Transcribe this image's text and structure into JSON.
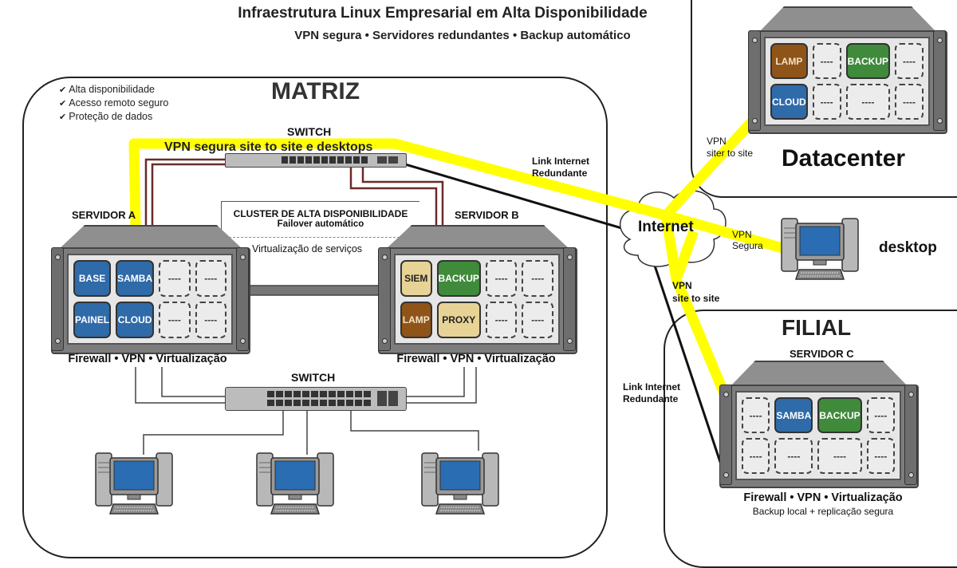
{
  "header": {
    "title": "Infraestrutura Linux Empresarial em Alta Disponibilidade",
    "subtitle": "VPN segura • Servidores redundantes • Backup automático"
  },
  "matriz": {
    "label": "MATRIZ",
    "checklist": [
      "Alta disponibilidade",
      "Acesso remoto seguro",
      "Proteção de dados"
    ],
    "top_switch_label": "SWITCH",
    "vpn_banner": "VPN segura site to site e desktops",
    "bottom_switch_label": "SWITCH",
    "cluster_title": "CLUSTER DE ALTA DISPONIBILIDADE",
    "cluster_subtitle": "Failover automático",
    "virtualization_note": "Virtualização de serviços",
    "desktops_count": 3,
    "servers": [
      {
        "name": "SERVIDOR A",
        "caption": "Firewall • VPN • Virtualização",
        "tiles": [
          {
            "label": "BASE",
            "color": "blue"
          },
          {
            "label": "SAMBA",
            "color": "blue"
          },
          {
            "label": "----",
            "color": "empty"
          },
          {
            "label": "----",
            "color": "empty"
          },
          {
            "label": "PAINEL",
            "color": "blue"
          },
          {
            "label": "CLOUD",
            "color": "blue"
          },
          {
            "label": "----",
            "color": "empty"
          },
          {
            "label": "----",
            "color": "empty"
          }
        ]
      },
      {
        "name": "SERVIDOR B",
        "caption": "Firewall • VPN • Virtualização",
        "tiles": [
          {
            "label": "SIEM",
            "color": "tan"
          },
          {
            "label": "BACKUP",
            "color": "green"
          },
          {
            "label": "----",
            "color": "empty"
          },
          {
            "label": "----",
            "color": "empty"
          },
          {
            "label": "LAMP",
            "color": "brown"
          },
          {
            "label": "PROXY",
            "color": "tan"
          },
          {
            "label": "----",
            "color": "empty"
          },
          {
            "label": "----",
            "color": "empty"
          }
        ]
      }
    ]
  },
  "datacenter": {
    "label": "Datacenter",
    "vpn_label_line1": "VPN",
    "vpn_label_line2": "siter to site",
    "tiles": [
      {
        "label": "LAMP",
        "color": "brown"
      },
      {
        "label": "----",
        "color": "empty"
      },
      {
        "label": "BACKUP",
        "color": "green"
      },
      {
        "label": "----",
        "color": "empty"
      },
      {
        "label": "CLOUD",
        "color": "blue"
      },
      {
        "label": "----",
        "color": "empty"
      },
      {
        "label": "----",
        "color": "empty"
      },
      {
        "label": "----",
        "color": "empty"
      }
    ]
  },
  "internet": {
    "label": "Internet",
    "link_matriz_line1": "Link Internet",
    "link_matriz_line2": "Redundante",
    "vpn_desktop_line1": "VPN",
    "vpn_desktop_line2": "Segura",
    "vpn_filial_line1": "VPN",
    "vpn_filial_line2": "site to site",
    "link_filial_line1": "Link Internet",
    "link_filial_line2": "Redundante"
  },
  "remote_desktop": {
    "label": "desktop"
  },
  "filial": {
    "label": "FILIAL",
    "server_name": "SERVIDOR C",
    "caption": "Firewall • VPN • Virtualização",
    "caption2": "Backup local + replicação segura",
    "tiles": [
      {
        "label": "----",
        "color": "empty"
      },
      {
        "label": "SAMBA",
        "color": "blue"
      },
      {
        "label": "BACKUP",
        "color": "green"
      },
      {
        "label": "----",
        "color": "empty"
      },
      {
        "label": "----",
        "color": "empty"
      },
      {
        "label": "----",
        "color": "empty"
      },
      {
        "label": "----",
        "color": "empty"
      },
      {
        "label": "----",
        "color": "empty"
      }
    ]
  },
  "colors": {
    "vpn_highlight": "#ffff00",
    "tile_blue": "#2f6aa9",
    "tile_green": "#3f8a3b",
    "tile_brown": "#8f5418",
    "tile_tan": "#e8d396",
    "screen_blue": "#2a6db3",
    "cable_red": "#6b2a2a"
  }
}
